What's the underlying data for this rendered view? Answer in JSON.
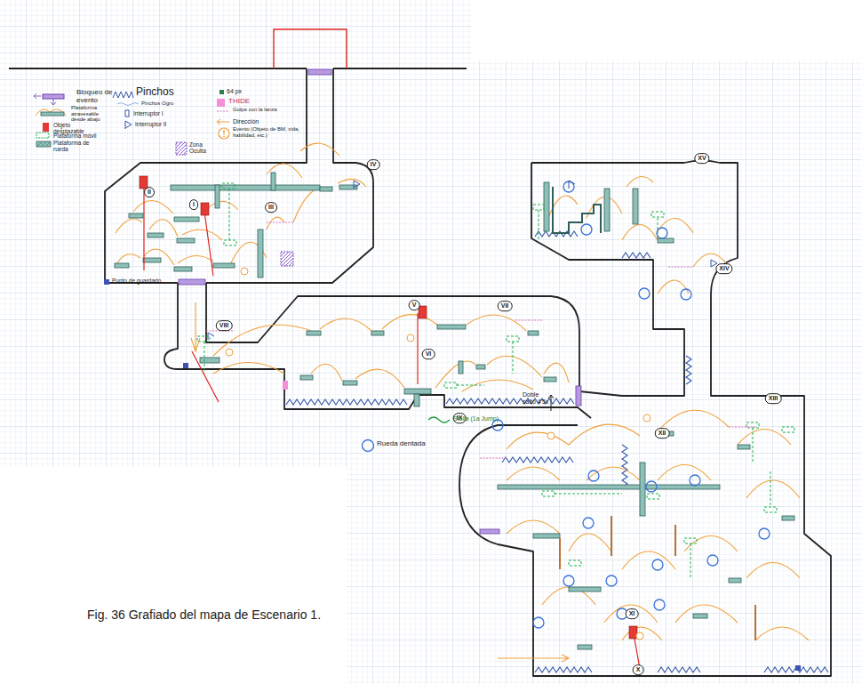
{
  "diagram": {
    "caption": "Fig. 36 Grafiado del mapa de Escenario 1.",
    "labels": [
      "I",
      "II",
      "III",
      "IV",
      "V",
      "VI",
      "VII",
      "VIII",
      "IX",
      "X",
      "XI",
      "XII",
      "XIII",
      "XIV",
      "XV",
      "Stella (1a Jump)",
      "Doble salto 4'5x"
    ],
    "legend": [
      {
        "text": "Bloqueo de evento"
      },
      {
        "text": "Plataforma atravesable desde abajo"
      },
      {
        "text": "Objeto desplazable",
        "color": "#e53935"
      },
      {
        "text": "Plataforma móvil"
      },
      {
        "text": "Plataforma de rueda"
      },
      {
        "text": "Pinchos"
      },
      {
        "text": "Pinchos Ogro"
      },
      {
        "text": "Interruptor I"
      },
      {
        "text": "Interruptor II"
      },
      {
        "text": "Zona Oculta"
      },
      {
        "text": "64 px",
        "color": "#2e7d4f"
      },
      {
        "text": "THIDE",
        "color": "#f48fd8"
      },
      {
        "text": "Golpe con la lanza"
      },
      {
        "text": "Dirección"
      },
      {
        "text": "Evento (Objeto de BM, vida, habilidad, etc.)"
      },
      {
        "text": "Punto de guardado",
        "color": "#3f51b5"
      },
      {
        "text": "Rueda dentada"
      }
    ]
  }
}
